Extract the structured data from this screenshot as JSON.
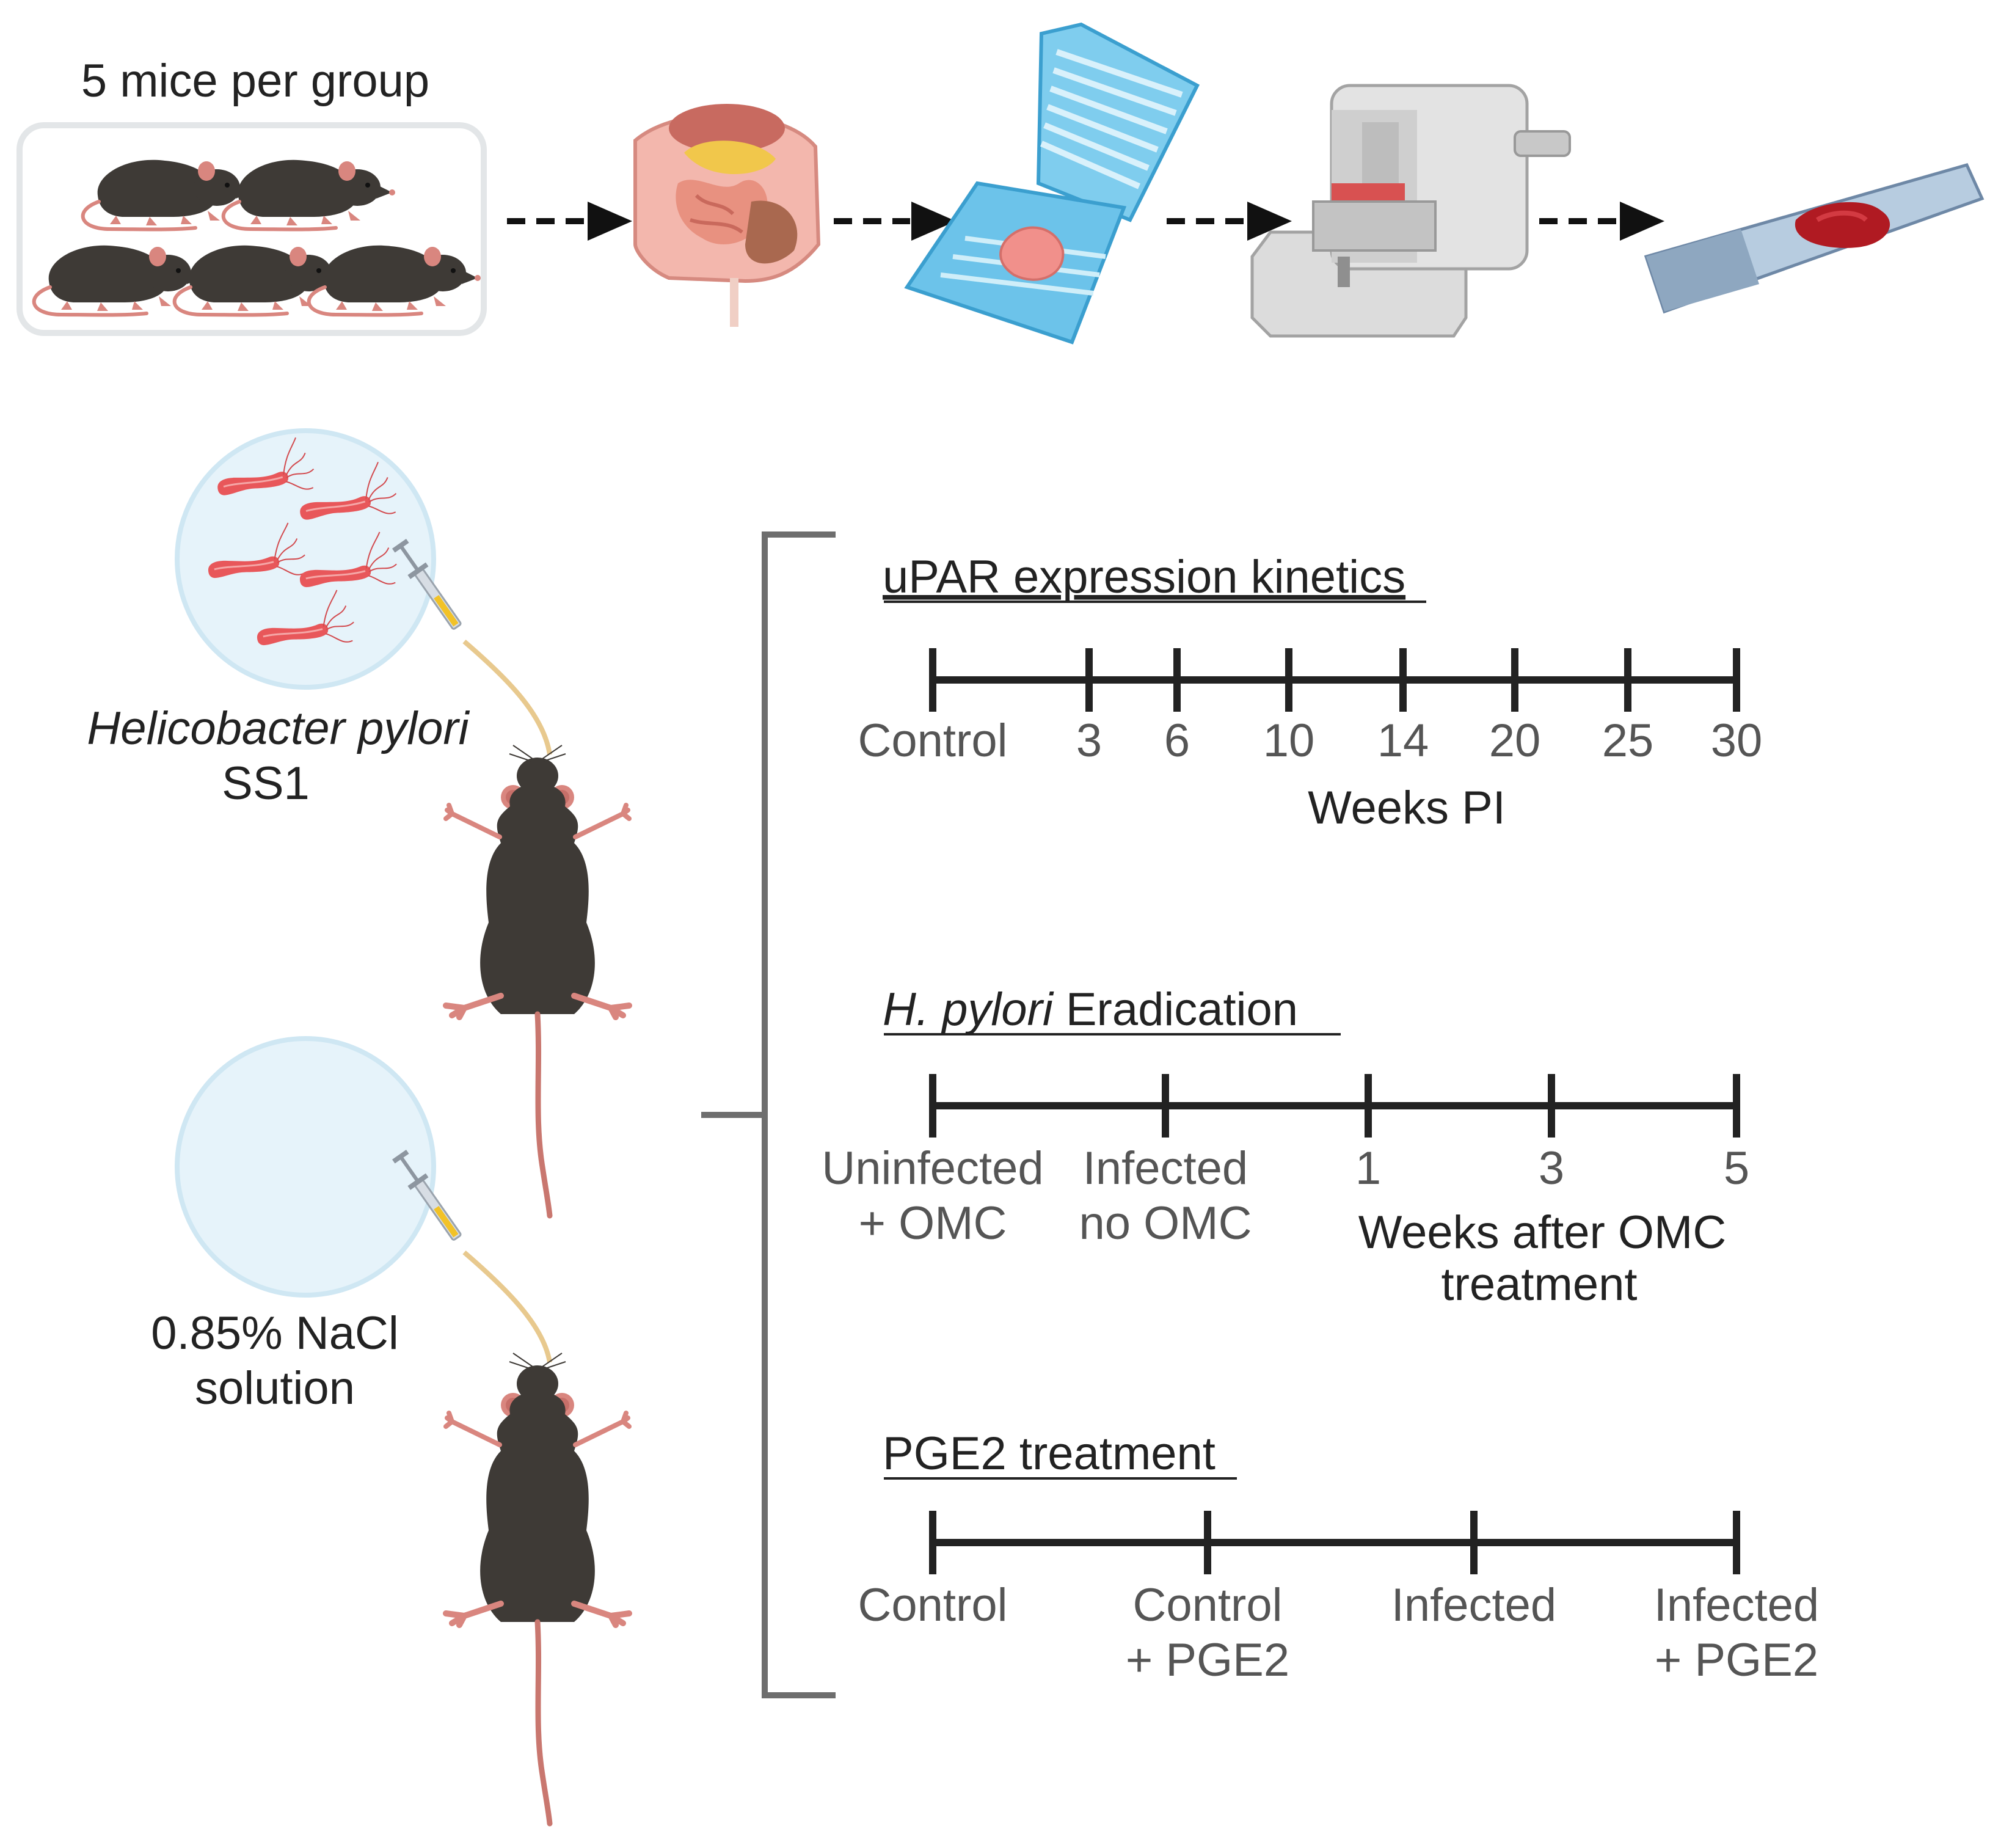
{
  "workflow": {
    "group_label": "5 mice per group"
  },
  "inoculum": {
    "bacteria_species": "Helicobacter pylori",
    "bacteria_strain": "SS1",
    "control_line1": "0.85% NaCl",
    "control_line2": "solution"
  },
  "panels": {
    "upar": {
      "title": "uPAR expression kinetics",
      "ticks": [
        "Control",
        "3",
        "6",
        "10",
        "14",
        "20",
        "25",
        "30"
      ],
      "axis_label": "Weeks PI"
    },
    "eradication": {
      "title_italic": "H. pylori",
      "title_rest": " Eradication",
      "tick_labels": [
        [
          "Uninfected",
          "+ OMC"
        ],
        [
          "Infected",
          "no OMC"
        ],
        [
          "1"
        ],
        [
          "3"
        ],
        [
          "5"
        ]
      ],
      "axis_label_line1": "Weeks after OMC",
      "axis_label_line2": "treatment"
    },
    "pge2": {
      "title": "PGE2 treatment",
      "tick_labels": [
        [
          "Control"
        ],
        [
          "Control",
          "+ PGE2"
        ],
        [
          "Infected"
        ],
        [
          "Infected",
          "+ PGE2"
        ]
      ]
    }
  },
  "colors": {
    "axis": "#222222",
    "label_gray": "#555555",
    "bracket": "#6e6e6e",
    "mouse": "#3e3a36",
    "mouse_pink": "#d9867f",
    "bacteria": "#e8575a",
    "petri": "#e6f3fa",
    "cassette": "#6cc3ea",
    "slide": "#a9c0d8",
    "tissue": "#b01a22"
  }
}
